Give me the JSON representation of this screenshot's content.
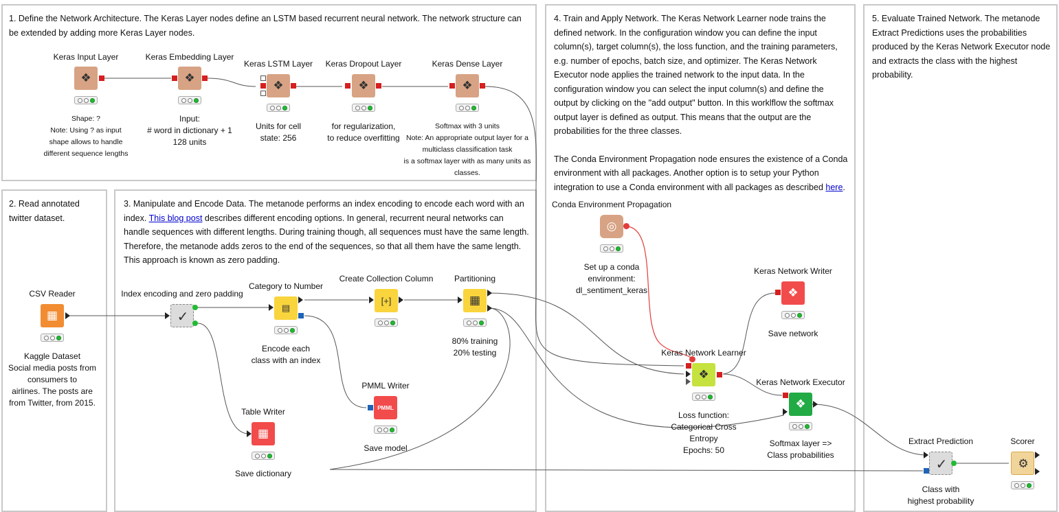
{
  "annotations": {
    "a1": "1. Define the Network Architecture. The Keras Layer nodes define an LSTM based recurrent neural network. The network structure can be extended by adding more Keras Layer nodes.",
    "a2": "2. Read annotated twitter dataset.",
    "a3_pre": "3. Manipulate and Encode Data. The metanode performs an index encoding to encode each word with an index.",
    "a3_link": "This blog post",
    "a3_post": "describes different encoding options. In general, recurrent neural networks can handle sequences with different lengths. During training though, all sequences must have the same length. Therefore, the metanode adds zeros to the end of the sequences, so that all them have the same length. This approach is known as zero padding.",
    "a4_p1": "4. Train and Apply Network. The Keras Network Learner node trains the defined network. In the configuration window you can define the input column(s), target column(s), the loss function, and the training parameters, e.g. number of epochs, batch size, and optimizer. The Keras Network Executor node applies the trained network to the input data. In the configuration window you can select the input column(s) and define the output by clicking on the \"add output\" button. In this worklflow the softmax output layer is defined as output. This means that the output are the probabilities for the three classes.",
    "a4_p2_pre": "The Conda Environment Propagation node ensures the existence of a Conda environment with all packages. Another option is to setup your Python integration to use a Conda environment with all packages as described",
    "a4_p2_link": "here",
    "a4_p2_post": ".",
    "a5": "5. Evaluate Trained Network. The metanode Extract Predictions uses the probabilities produced by the Keras Network Executor node and extracts the class with the highest probability."
  },
  "nodes": {
    "keras_input": {
      "title": "Keras Input Layer",
      "desc": "Shape: ?\nNote: Using ? as input shape allows to handle different sequence lengths",
      "icon": "keras-icon"
    },
    "keras_embedding": {
      "title": "Keras Embedding Layer",
      "desc": "Input:\n# word in dictionary + 1\n128 units",
      "icon": "keras-icon"
    },
    "keras_lstm": {
      "title": "Keras LSTM Layer",
      "desc": "Units for cell\nstate: 256",
      "icon": "keras-icon"
    },
    "keras_dropout": {
      "title": "Keras Dropout Layer",
      "desc": "for regularization,\nto reduce overfitting",
      "icon": "keras-icon"
    },
    "keras_dense": {
      "title": "Keras Dense Layer",
      "desc": "Softmax with 3 units\nNote: An appropriate output layer for a multiclass classification task\nis a softmax layer with as many units as classes.",
      "icon": "keras-icon"
    },
    "csv_reader": {
      "title": "CSV Reader",
      "desc": "Kaggle Dataset\nSocial media posts from consumers to\nairlines. The posts are from Twitter, from 2015.",
      "icon": "table-icon"
    },
    "index_encoding": {
      "title": "Index encoding and zero padding",
      "icon": "check-icon"
    },
    "category_to_number": {
      "title": "Category to Number",
      "desc": "Encode each\nclass with an index",
      "icon": "category-icon"
    },
    "create_collection": {
      "title": "Create Collection Column",
      "icon": "collection-icon"
    },
    "partitioning": {
      "title": "Partitioning",
      "desc": "80% training\n20% testing",
      "icon": "grid-icon"
    },
    "table_writer": {
      "title": "Table Writer",
      "desc": "Save dictionary",
      "icon": "table-icon"
    },
    "pmml_writer": {
      "title": "PMML Writer",
      "desc": "Save model",
      "icon": "pmml-icon",
      "icon_text": "PMML"
    },
    "conda_env": {
      "title": "Conda Environment Propagation",
      "desc": "Set up a conda\nenvironment:\ndl_sentiment_keras",
      "icon": "conda-icon"
    },
    "keras_writer": {
      "title": "Keras Network Writer",
      "desc": "Save network",
      "icon": "keras-icon"
    },
    "keras_learner": {
      "title": "Keras Network Learner",
      "desc": "Loss function:\nCategorical Cross\nEntropy\nEpochs: 50",
      "icon": "keras-icon"
    },
    "keras_executor": {
      "title": "Keras Network Executor",
      "desc": "Softmax layer =>\nClass probabilities",
      "icon": "keras-icon"
    },
    "extract_prediction": {
      "title": "Extract Prediction",
      "desc": "Class with\nhighest probability",
      "icon": "check-icon"
    },
    "scorer": {
      "title": "Scorer",
      "icon": "scorer-icon"
    }
  },
  "colors": {
    "keras": "#d7a384",
    "writer_red": "#f24b4b",
    "executor_green": "#22aa44",
    "learner": "#c6e23e",
    "reader_orange": "#f28c32",
    "manipulator_yellow": "#f9d43c",
    "status_green": "#22bb33",
    "wire": "#555555",
    "flowvar_wire": "#e23b3b"
  }
}
